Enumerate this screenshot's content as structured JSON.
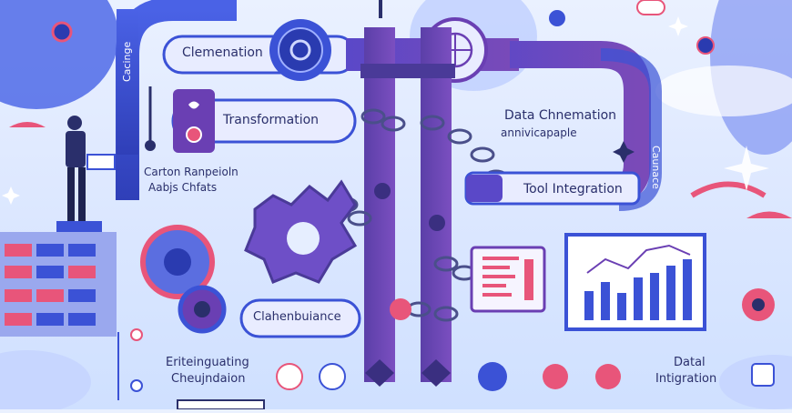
{
  "labels": {
    "clemenation": "Clemenation",
    "transformation": "Transformation",
    "data_chnemation": "Data Chnemation",
    "anmolcapaple": "annivicapaple",
    "tool_integration": "Tool Integration",
    "carton_line1": "Carton Ranpeioln",
    "carton_line2": "Aabjs Chfats",
    "clahenbuiance": "Clahenbuiance",
    "eriting_line1": "Eriteinguating",
    "eriting_line2": "Cheujndaion",
    "datal_line1": "Datal",
    "datal_line2": "Intigration",
    "side_left": "Cacinge",
    "side_right": "Caunace"
  },
  "colors": {
    "pipe_blue": "#3b52d6",
    "pipe_purple": "#6a3fb3",
    "accent_pink": "#e8557a",
    "gear_purple": "#6e4fc7",
    "text_dark": "#2a2f6b",
    "bg_light": "#e6eeff"
  },
  "icons": [
    "gear-icon",
    "globe-icon",
    "heart-icon",
    "chain-icon",
    "person-icon",
    "spreadsheet-icon",
    "bar-chart-icon",
    "sparkle-icon",
    "lock-icon"
  ]
}
